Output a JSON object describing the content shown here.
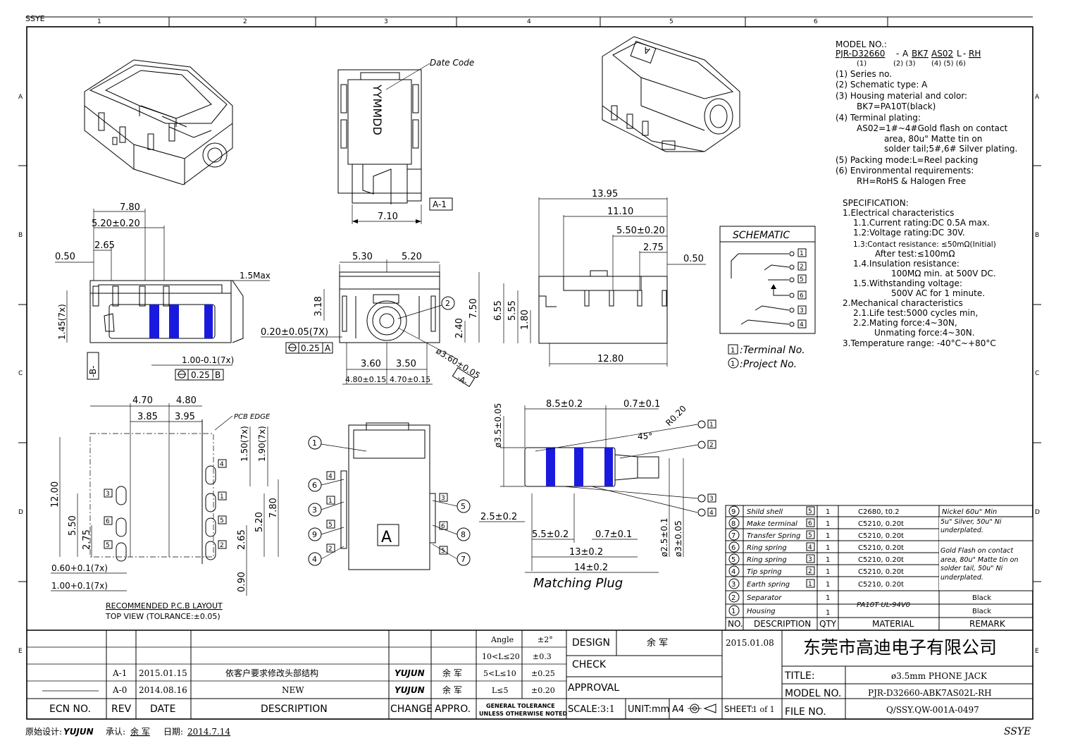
{
  "top_left_fragment": "SSYE",
  "zone_columns": [
    "1",
    "2",
    "3",
    "4",
    "5",
    "6"
  ],
  "zone_rows": [
    "A",
    "B",
    "C",
    "D",
    "E"
  ],
  "model_block": {
    "title": "MODEL NO.:",
    "code_parts": [
      "PJR-D32660",
      "A",
      "BK7",
      "AS02",
      "L",
      "RH"
    ],
    "part_indices": [
      "(1)",
      "(2) (3)",
      "(4) (5) (6)"
    ],
    "lines": [
      "(1) Series no.",
      "(2) Schematic type: A",
      "(3) Housing material and color:",
      "BK7=PA10T(black)",
      "(4) Terminal plating:",
      "AS02=1#~4#Gold flash on contact",
      "area, 80u\" Matte tin on",
      "solder tail;5#,6# Silver plating.",
      "(5) Packing mode:L=Reel packing",
      "(6) Environmental requirements:",
      "RH=RoHS & Halogen Free"
    ]
  },
  "spec_block": {
    "title": "SPECIFICATION:",
    "lines": [
      "1.Electrical characteristics",
      "1.1.Current rating:DC 0.5A max.",
      "1.2:Voltage rating:DC 30V.",
      "1.3:Contact resistance: ≤50mΩ(Initial)",
      "After test:≤100mΩ",
      "1.4.Insulation resistance:",
      "100MΩ min. at 500V DC.",
      "1.5.Withstanding voltage:",
      "500V AC for 1 minute.",
      "2.Mechanical characteristics",
      "2.1.Life test:5000 cycles min,",
      "2.2.Mating force:4~30N,",
      "Unmating force:4~30N.",
      "3.Temperature range: -40°C~+80°C"
    ]
  },
  "schematic": {
    "title": "SCHEMATIC",
    "terminals": [
      "1",
      "2",
      "5",
      "6",
      "3",
      "4"
    ],
    "legend_terminal": ":Terminal No.",
    "legend_project": ":Project No.",
    "legend_terminal_num": "1",
    "legend_project_num": "1"
  },
  "views": {
    "date_code_label": "Date Code",
    "date_code_mark": "YYMMDD",
    "view_tag": "A-1",
    "dim_710": "7.10",
    "side_dims": [
      "7.80",
      "5.20±0.20",
      "2.65",
      "0.50",
      "1.5Max",
      "1.45(7x)",
      "1.00-0.1(7x)",
      "0.25",
      "B",
      "-B-"
    ],
    "front_dims": [
      "5.30",
      "5.20",
      "3.18",
      "7.50",
      "2.40",
      "0.20±0.05(7X)",
      "0.25",
      "A",
      "3.60",
      "3.50",
      "4.80±0.15",
      "4.70±0.15",
      "ø3.60±0.05",
      "-A-"
    ],
    "right_dims": [
      "13.95",
      "11.10",
      "5.50±0.20",
      "2.75",
      "0.50",
      "6.55",
      "5.55",
      "1.80",
      "12.80"
    ],
    "pcb_dims": [
      "4.70",
      "4.80",
      "3.85",
      "3.95",
      "PCB EDGE",
      "1.50(7x)",
      "1.90(7x)",
      "12.00",
      "5.50",
      "2.75",
      "5.20",
      "7.80",
      "2.65",
      "0.90",
      "0.60+0.1(7x)",
      "1.00+0.1(7x)"
    ],
    "pcb_caption_1": "RECOMMENDED P.C.B LAYOUT",
    "pcb_caption_2": "TOP VIEW (TOLRANCE:±0.05)",
    "plug_dims": [
      "ø3.5±0.05",
      "8.5±0.2",
      "0.7±0.1",
      "R0.20",
      "45°",
      "2.5±0.2",
      "5.5±0.2",
      "0.7±0.1",
      "13±0.2",
      "14±0.2",
      "ø2.5±0.1",
      "ø3±0.05"
    ],
    "plug_caption": "Matching Plug",
    "view_letter": "A"
  },
  "bom": {
    "headers": [
      "NO.",
      "DESCRIPTION",
      "QTY",
      "MATERIAL",
      "REMARK"
    ],
    "rows": [
      {
        "no": "9",
        "desc": "Shild shell",
        "term": "5",
        "qty": "1",
        "mat": "C2680, t0.2"
      },
      {
        "no": "8",
        "desc": "Make terminal",
        "term": "6",
        "qty": "1",
        "mat": "C5210, 0.20t"
      },
      {
        "no": "7",
        "desc": "Transfer Spring",
        "term": "5",
        "qty": "1",
        "mat": "C5210, 0.20t"
      },
      {
        "no": "6",
        "desc": "Ring spring",
        "term": "4",
        "qty": "1",
        "mat": "C5210, 0.20t"
      },
      {
        "no": "5",
        "desc": "Ring spring",
        "term": "3",
        "qty": "1",
        "mat": "C5210, 0.20t"
      },
      {
        "no": "4",
        "desc": "Tip spring",
        "term": "2",
        "qty": "1",
        "mat": "C5210, 0.20t"
      },
      {
        "no": "3",
        "desc": "Earth spring",
        "term": "1",
        "qty": "1",
        "mat": "C5210, 0.20t"
      },
      {
        "no": "2",
        "desc": "Separator",
        "term": "",
        "qty": "1",
        "mat": ""
      },
      {
        "no": "1",
        "desc": "Housing",
        "term": "",
        "qty": "1",
        "mat": ""
      }
    ],
    "remark_nickel": "Nickel 60u\" Min",
    "remark_silver": "5u\" Silver, 50u\" Ni underplated.",
    "remark_gold": "Gold Flash on contact area, 80u\" Matte tin on solder tail, 50u\" Ni underplated.",
    "material_pa": "PA10T UL-94V0",
    "remark_black_1": "Black",
    "remark_black_2": "Black"
  },
  "title_block": {
    "ecn_rows": [
      {
        "rev": "A-1",
        "date": "2015.01.15",
        "desc": "依客户要求修改头部结构",
        "change": "YUJUN",
        "appro": "余 军"
      },
      {
        "rev": "A-0",
        "date": "2014.08.16",
        "desc": "NEW",
        "change": "YUJUN",
        "appro": "余 军"
      }
    ],
    "ecn_headers": [
      "ECN NO.",
      "REV",
      "DATE",
      "DESCRIPTION",
      "CHANGE",
      "APPRO."
    ],
    "tolerance": [
      {
        "range": "Angle",
        "tol": "±2°"
      },
      {
        "range": "10<L≤20",
        "tol": "±0.3"
      },
      {
        "range": "5<L≤10",
        "tol": "±0.25"
      },
      {
        "range": "L≤5",
        "tol": "±0.20"
      }
    ],
    "tolerance_note_1": "GENERAL TOLERANCE",
    "tolerance_note_2": "UNLESS OTHERWISE NOTED",
    "design_label": "DESIGN",
    "design_name": "余 军",
    "design_date": "2015.01.08",
    "check_label": "CHECK",
    "approval_label": "APPROVAL",
    "company": "东莞市高迪电子有限公司",
    "title_label": "TITLE:",
    "title_value": "ø3.5mm PHONE JACK",
    "model_label": "MODEL NO.",
    "model_value": "PJR-D32660-ABK7AS02L-RH",
    "file_label": "FILE NO.",
    "file_value": "Q/SSY.QW-001A-0497",
    "scale_label": "SCALE:",
    "scale_value": "3:1",
    "unit": "UNIT:mm",
    "paper": "A4",
    "sheet_label": "SHEET:",
    "sheet_value": "1 of 1"
  },
  "footer": {
    "original_label": "原始设计:",
    "original_name": "YUJUN",
    "accept_label": "承认:",
    "accept_name": "余 军",
    "date_label": "日期:",
    "date_value": "2014.7.14",
    "brand": "SSYE"
  }
}
